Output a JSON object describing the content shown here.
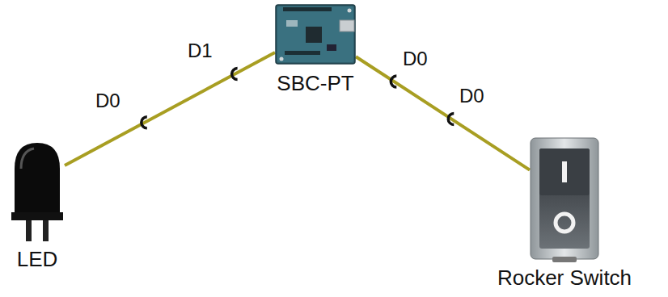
{
  "diagram": {
    "nodes": [
      {
        "text": [
          "SBC-PT"
        ]
      },
      {
        "text": [
          "LED"
        ]
      },
      {
        "text": [
          "Rocker Switch"
        ]
      }
    ],
    "edges": [
      {
        "from": 1,
        "to": 0,
        "arrow": "none"
      },
      {
        "from": 0,
        "to": 2,
        "arrow": "none"
      }
    ],
    "labels": [
      "D0",
      "D1",
      "D0",
      "D0"
    ]
  }
}
